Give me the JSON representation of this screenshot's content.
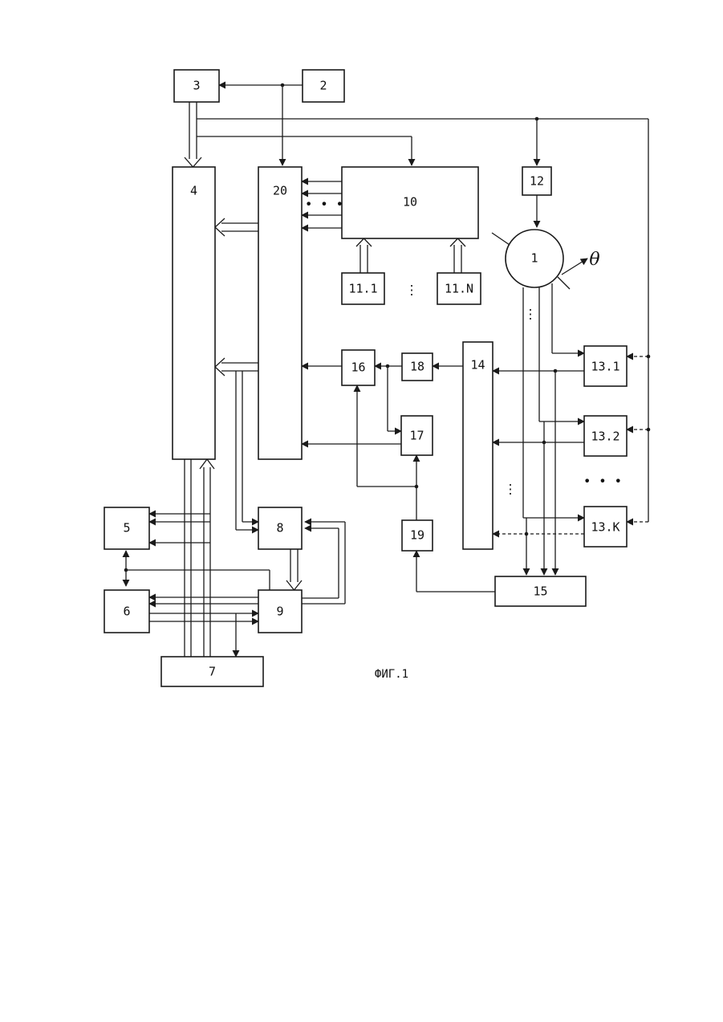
{
  "figure": {
    "caption": "ФИГ.1",
    "theta_symbol": "θ"
  },
  "blocks": {
    "b1": "1",
    "b2": "2",
    "b3": "3",
    "b4": "4",
    "b5": "5",
    "b6": "6",
    "b7": "7",
    "b8": "8",
    "b9": "9",
    "b10": "10",
    "b11_1": "11.1",
    "b11_n": "11.N",
    "b12": "12",
    "b13_1": "13.1",
    "b13_2": "13.2",
    "b13_k": "13.K",
    "b14": "14",
    "b15": "15",
    "b16": "16",
    "b17": "17",
    "b18": "18",
    "b19": "19",
    "b20": "20"
  },
  "ellipses": {
    "e_10_inputs": "• • •",
    "e_11": "⋮",
    "e_13": "• • •",
    "e_14": "⋮",
    "e_1_out": "⋮"
  }
}
